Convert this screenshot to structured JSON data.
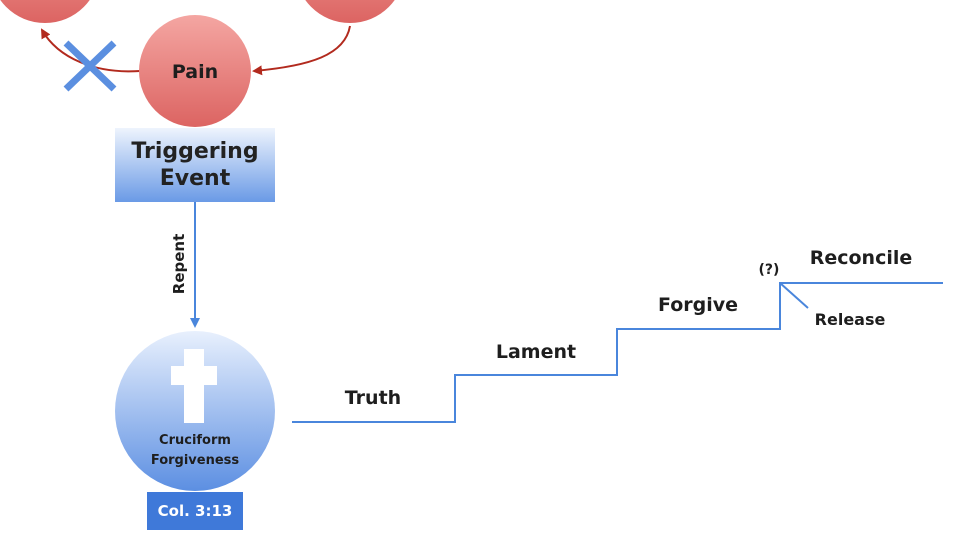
{
  "nodes": {
    "pain": "Pain",
    "triggering_line1": "Triggering",
    "triggering_line2": "Event",
    "repent": "Repent",
    "cruciform_line1": "Cruciform",
    "cruciform_line2": "Forgiveness",
    "verse": "Col. 3:13"
  },
  "steps": {
    "truth": "Truth",
    "lament": "Lament",
    "forgive": "Forgive",
    "question": "(?)",
    "reconcile": "Reconcile",
    "release": "Release"
  },
  "colors": {
    "red_circle": "#e06b6b",
    "red_arrow": "#b22a1e",
    "blue": "#4a86dc",
    "cross_x": "#5b8fe0"
  }
}
